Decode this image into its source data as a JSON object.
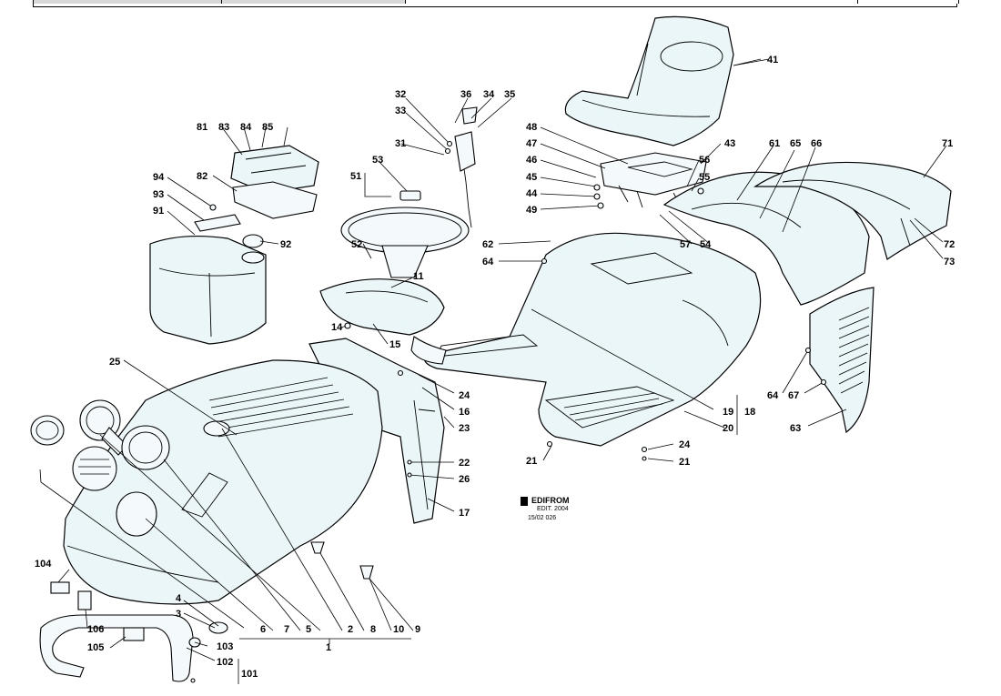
{
  "diagram": {
    "logo_text": "EDIFROM",
    "logo_sub": "EDIT. 2004",
    "ref_code": "15/02 026",
    "labels": {
      "l1": "1",
      "l2": "2",
      "l3": "3",
      "l4": "4",
      "l5": "5",
      "l6": "6",
      "l7": "7",
      "l8": "8",
      "l9": "9",
      "l10": "10",
      "l11": "11",
      "l14": "14",
      "l15": "15",
      "l16": "16",
      "l17": "17",
      "l18": "18",
      "l19": "19",
      "l20": "20",
      "l21a": "21",
      "l21b": "21",
      "l22": "22",
      "l23": "23",
      "l24a": "24",
      "l24b": "24",
      "l25": "25",
      "l26": "26",
      "l31": "31",
      "l32": "32",
      "l33": "33",
      "l34": "34",
      "l35": "35",
      "l36": "36",
      "l41": "41",
      "l43": "43",
      "l44": "44",
      "l45": "45",
      "l46": "46",
      "l47": "47",
      "l48": "48",
      "l49": "49",
      "l51": "51",
      "l52": "52",
      "l53": "53",
      "l54": "54",
      "l55": "55",
      "l56": "56",
      "l57": "57",
      "l61": "61",
      "l62": "62",
      "l63": "63",
      "l64a": "64",
      "l64b": "64",
      "l65": "65",
      "l66": "66",
      "l67": "67",
      "l71": "71",
      "l72": "72",
      "l73": "73",
      "l81": "81",
      "l82": "82",
      "l83": "83",
      "l84": "84",
      "l85": "85",
      "l91": "91",
      "l92": "92",
      "l93": "93",
      "l94": "94",
      "l101": "101",
      "l102": "102",
      "l103": "103",
      "l104": "104",
      "l105": "105",
      "l106": "106"
    }
  }
}
